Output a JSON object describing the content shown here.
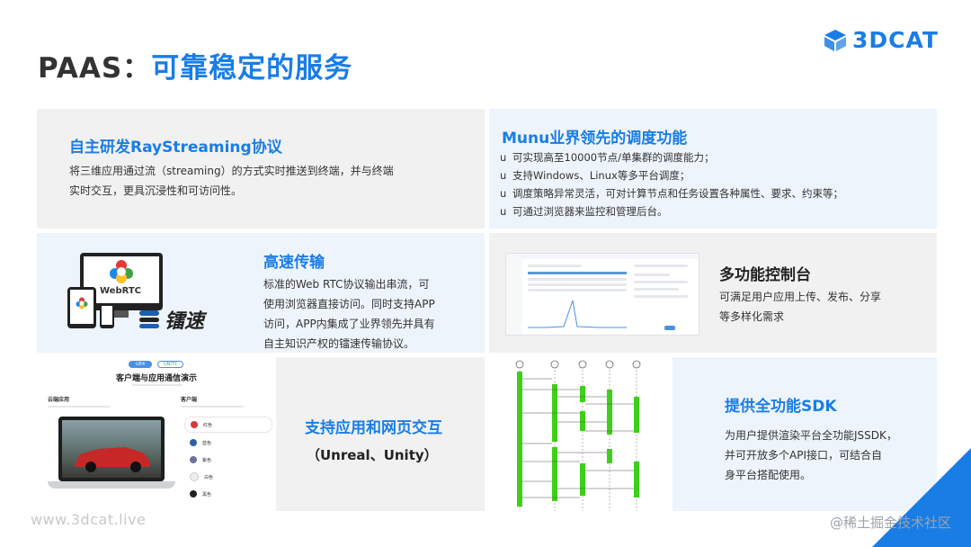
{
  "title": {
    "prefix": "PAAS：",
    "main": "可靠稳定的服务"
  },
  "logo": {
    "text": "3DCAT",
    "icon": "cube-icon",
    "color": "#1a7de6"
  },
  "accent_color": "#1a7de6",
  "panels": {
    "ray": {
      "title": "自主研发RayStreaming协议",
      "lines": [
        "将三维应用通过流（streaming）的方式实时推送到终端，并与终端",
        "实时交互，更具沉浸性和可访问性。"
      ]
    },
    "munu": {
      "title": "Munu业界领先的调度功能",
      "bullet_marker": "u",
      "bullets": [
        "可实现高至10000节点/单集群的调度能力；",
        "支持Windows、Linux等多平台调度；",
        "调度策略异常灵活，可对计算节点和任务设置各种属性、要求、约束等；",
        "可通过浏览器来监控和管理后台。"
      ]
    },
    "transfer": {
      "title": "高速传输",
      "lines": [
        "标准的Web RTC协议输出串流，可",
        "使用浏览器直接访问。同时支持APP",
        "访问，APP内集成了业界领先并具有",
        "自主知识产权的镭速传输协议。"
      ],
      "webrtc_label": "WebRTC",
      "raysync_label": "镭速"
    },
    "console": {
      "title": "多功能控制台",
      "lines": [
        "可满足用户应用上传、发布、分享",
        "等多样化需求"
      ]
    },
    "interact": {
      "title": "支持应用和网页交互",
      "subtitle": "（Unreal、Unity）",
      "demo": {
        "tabs": [
          "UE4",
          "UNITY"
        ],
        "heading": "客户端与应用通信演示",
        "left_label": "云端应用",
        "right_label": "客户端",
        "options": [
          "红色",
          "蓝色",
          "紫色",
          "白色",
          "黑色"
        ],
        "option_colors": [
          "#d9383a",
          "#2f5ea8",
          "#6f6f9a",
          "#eeeeee",
          "#222222"
        ]
      }
    },
    "sdk": {
      "title": "提供全功能SDK",
      "lines": [
        "为用户提供渲染平台全功能JSSDK，",
        "并可开放多个API接口，可结合自",
        "身平台搭配使用。"
      ]
    }
  },
  "footer": {
    "url": "www.3dcat.live"
  },
  "watermark": "@稀土掘金技术社区"
}
